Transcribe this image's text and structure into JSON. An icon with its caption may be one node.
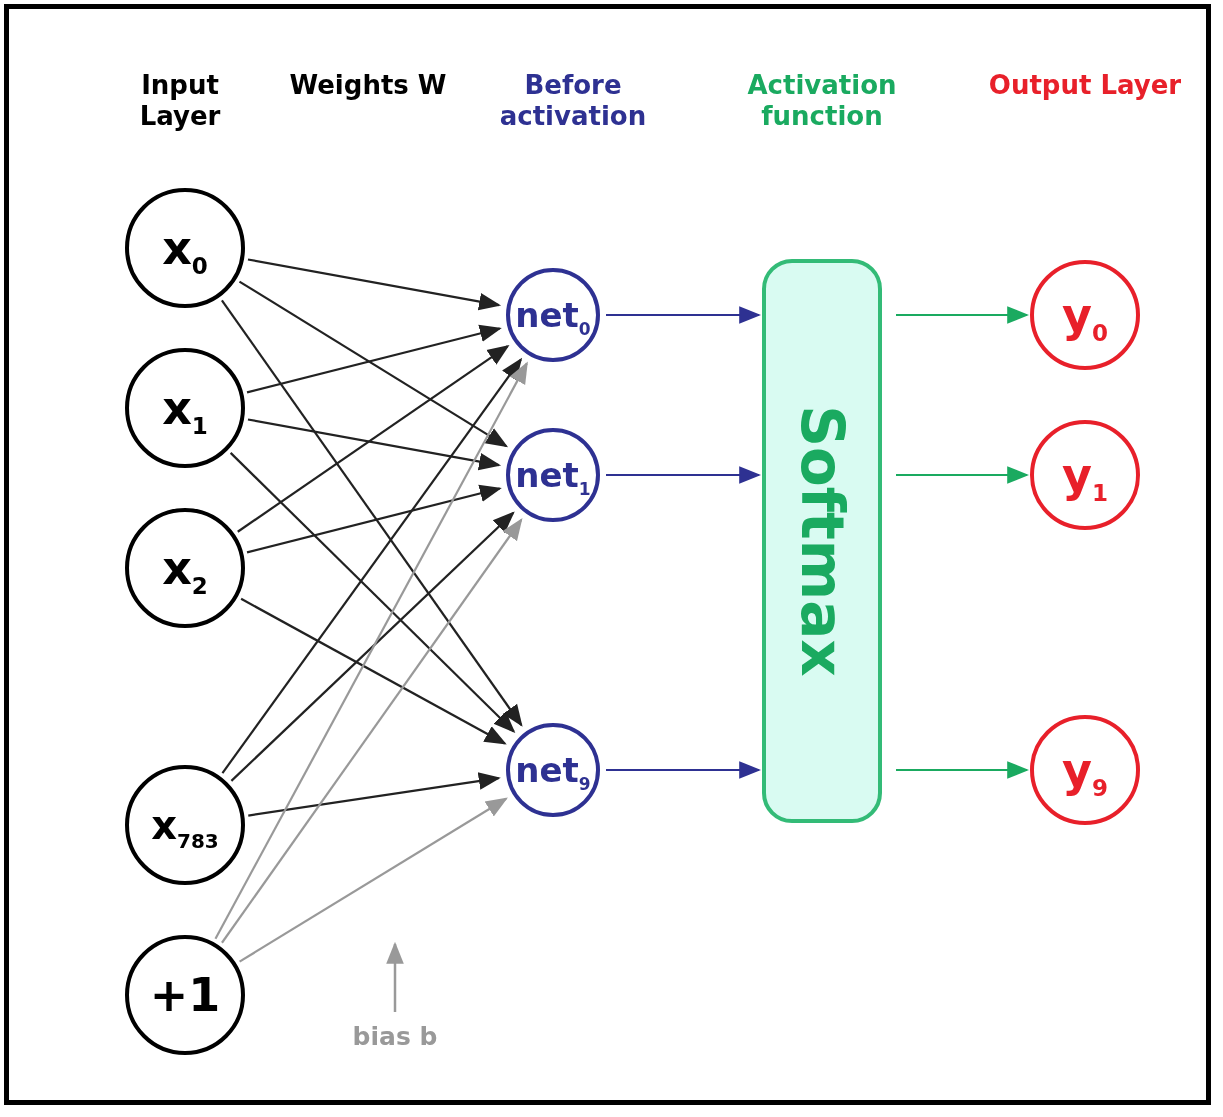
{
  "diagram": {
    "nodes": [
      {
        "text": [
          "x$_{0}$"
        ]
      },
      {
        "text": [
          "x$_{1}$"
        ]
      },
      {
        "text": [
          "x$_{2}$"
        ]
      },
      {
        "text": [
          "x$_{783}$"
        ]
      },
      {
        "text": [
          "+1"
        ]
      },
      {
        "text": [
          "net$_{0}$"
        ]
      },
      {
        "text": [
          "net$_{1}$"
        ]
      },
      {
        "text": [
          "net$_{9}$"
        ]
      },
      {
        "text": [
          "Softmax"
        ]
      },
      {
        "text": [
          "y$_{0}$"
        ]
      },
      {
        "text": [
          "y$_{1}$"
        ]
      },
      {
        "text": [
          "y$_{9}$"
        ]
      }
    ],
    "edges": [
      {
        "from": 0,
        "to": 5,
        "arrow": "to"
      },
      {
        "from": 0,
        "to": 6,
        "arrow": "to"
      },
      {
        "from": 0,
        "to": 7,
        "arrow": "to"
      },
      {
        "from": 1,
        "to": 5,
        "arrow": "to"
      },
      {
        "from": 1,
        "to": 6,
        "arrow": "to"
      },
      {
        "from": 1,
        "to": 7,
        "arrow": "to"
      },
      {
        "from": 2,
        "to": 5,
        "arrow": "to"
      },
      {
        "from": 2,
        "to": 6,
        "arrow": "to"
      },
      {
        "from": 2,
        "to": 7,
        "arrow": "to"
      },
      {
        "from": 3,
        "to": 5,
        "arrow": "to"
      },
      {
        "from": 3,
        "to": 6,
        "arrow": "to"
      },
      {
        "from": 3,
        "to": 7,
        "arrow": "to"
      },
      {
        "from": 4,
        "to": 5,
        "arrow": "to",
        "color": "#999999"
      },
      {
        "from": 4,
        "to": 6,
        "arrow": "to",
        "color": "#999999"
      },
      {
        "from": 4,
        "to": 7,
        "arrow": "to",
        "color": "#999999"
      },
      {
        "from": 5,
        "to": 8,
        "arrow": "to",
        "color": "#2e3192"
      },
      {
        "from": 6,
        "to": 8,
        "arrow": "to",
        "color": "#2e3192"
      },
      {
        "from": 7,
        "to": 8,
        "arrow": "to",
        "color": "#2e3192"
      },
      {
        "from": 8,
        "to": 9,
        "arrow": "to",
        "color": "#1aaa60"
      },
      {
        "from": 8,
        "to": 10,
        "arrow": "to",
        "color": "#1aaa60"
      },
      {
        "from": 8,
        "to": 11,
        "arrow": "to",
        "color": "#1aaa60"
      }
    ],
    "labels": [
      "Input Layer",
      "Weights W",
      "Before activation",
      "Activation function",
      "Output Layer",
      "bias b"
    ]
  }
}
